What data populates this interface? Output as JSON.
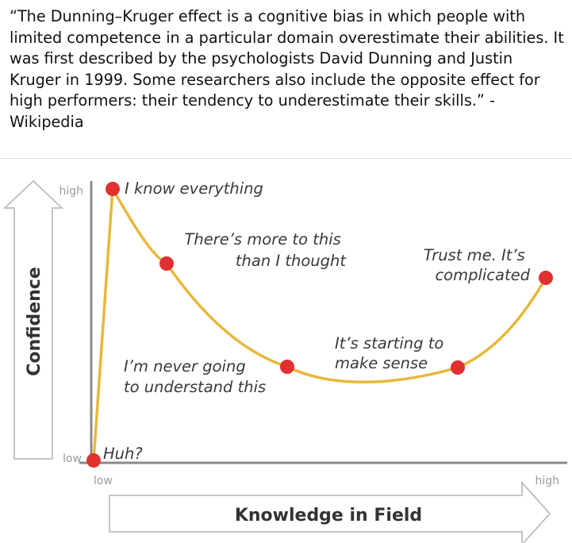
{
  "post": {
    "quote": "“The Dunning–Kruger effect is a cognitive bias in which people with limited competence in a particular domain overestimate their abilities. It was first described by the psychologists David Dunning and Justin Kruger in 1999. Some researchers also include the opposite effect for high performers: their tendency to underestimate their skills.” - Wikipedia"
  },
  "diagram": {
    "curve_color": "#e8b83a",
    "point_color": "#e03030",
    "axis_color": "#8a8a8a",
    "y_axis": {
      "title": "Confidence",
      "high": "high",
      "low": "low"
    },
    "x_axis": {
      "title": "Knowledge in Field",
      "low": "low",
      "high": "high"
    },
    "stages": [
      {
        "lines": [
          "Huh?"
        ]
      },
      {
        "lines": [
          "I know everything"
        ]
      },
      {
        "lines": [
          "There’s more to this",
          "than I thought"
        ]
      },
      {
        "lines": [
          "I’m never going",
          "to understand this"
        ]
      },
      {
        "lines": [
          "It’s starting to",
          "make sense"
        ]
      },
      {
        "lines": [
          "Trust me. It’s",
          "complicated"
        ]
      }
    ]
  }
}
